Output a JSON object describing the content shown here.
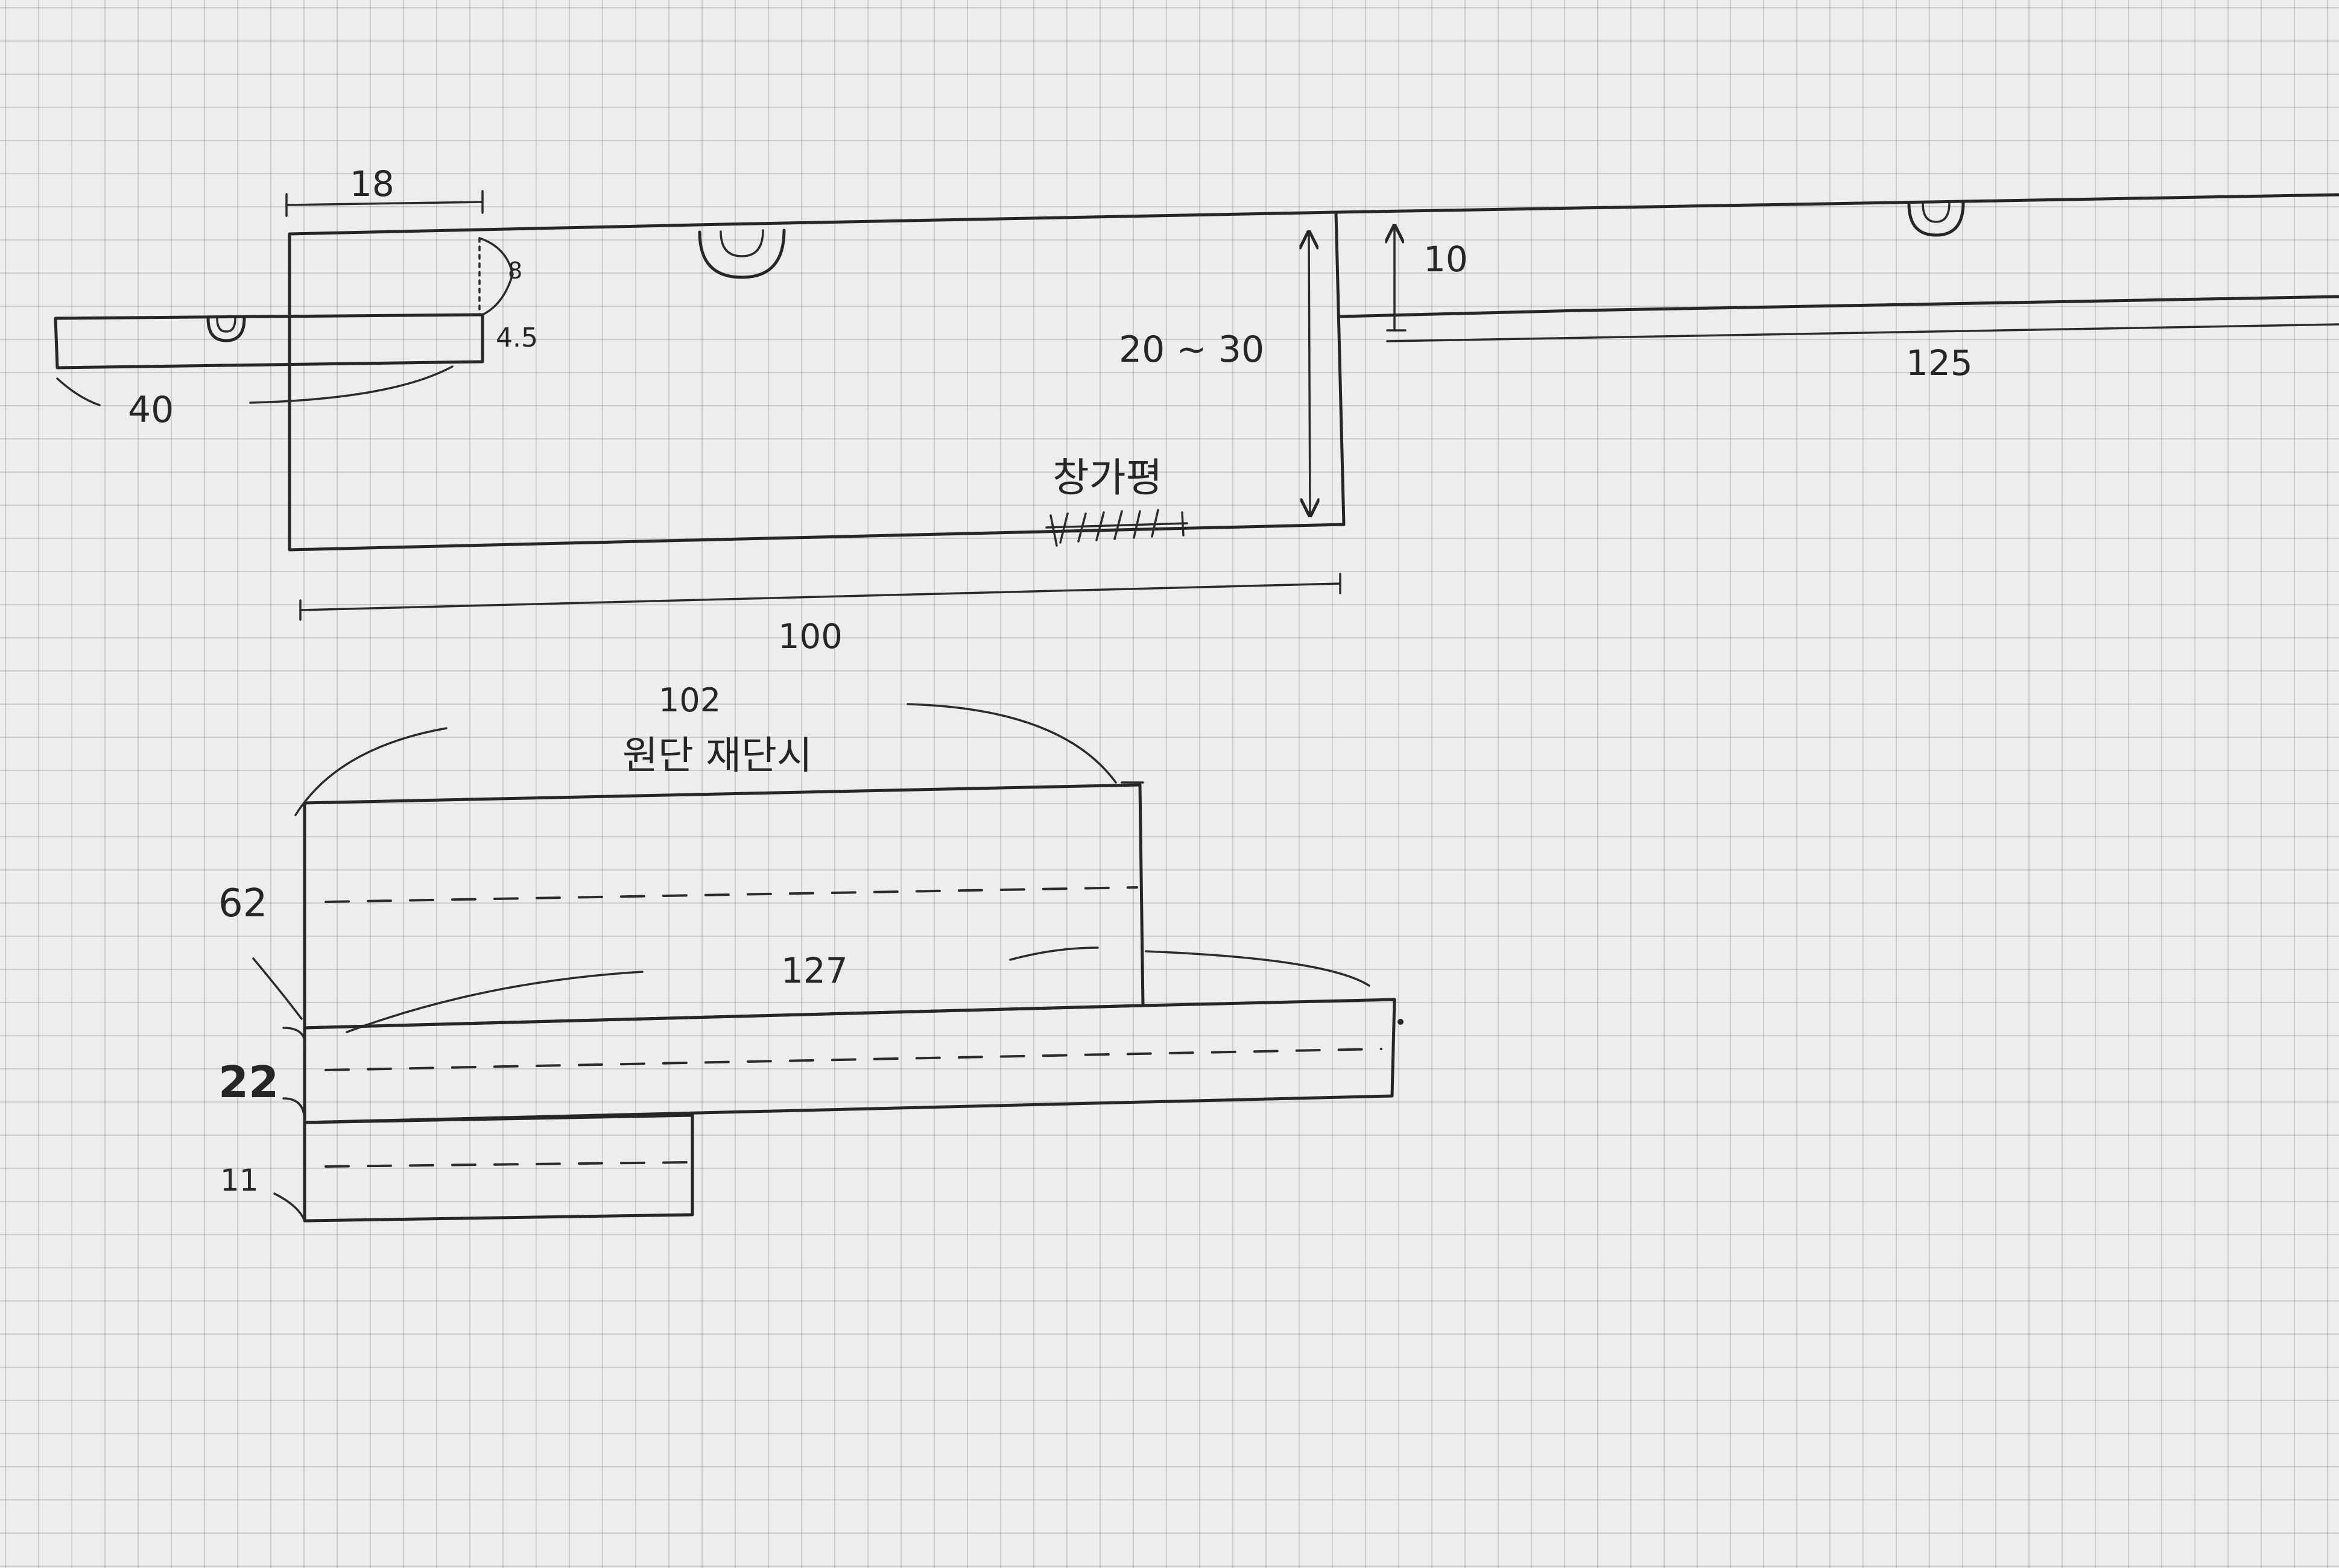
{
  "upper_drawing": {
    "dim_18": "18",
    "dim_8": "8",
    "dim_4_5": "4.5",
    "dim_40": "40",
    "dim_20_30": "20 ~ 30",
    "dim_10": "10",
    "dim_125": "125",
    "dim_100": "100",
    "window_label": "창가평"
  },
  "lower_drawing": {
    "dim_102": "102",
    "cut_label": "원단 재단시",
    "dim_62": "62",
    "dim_127": "127",
    "dim_22": "22",
    "dim_11": "11"
  }
}
